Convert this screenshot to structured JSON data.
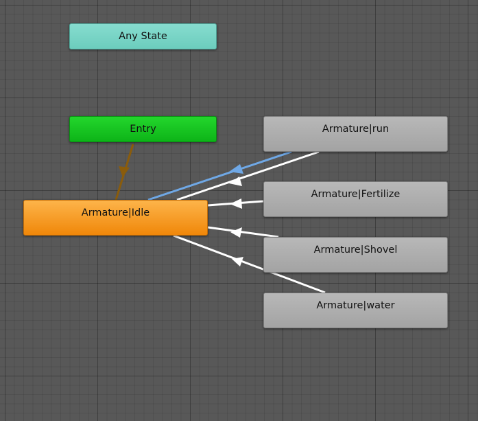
{
  "animator": {
    "states": {
      "any_state": "Any State",
      "entry": "Entry",
      "idle": "Armature|Idle",
      "run": "Armature|run",
      "fertilize": "Armature|Fertilize",
      "shovel": "Armature|Shovel",
      "water": "Armature|water"
    },
    "colors": {
      "graph_background": "#585858",
      "any_state": "#76d3c4",
      "entry": "#16c321",
      "default_state": "#f59e22",
      "state": "#acacac",
      "transition": "#ffffff",
      "selected_transition": "#6fa8e6",
      "entry_transition": "#8a5c0c"
    }
  }
}
